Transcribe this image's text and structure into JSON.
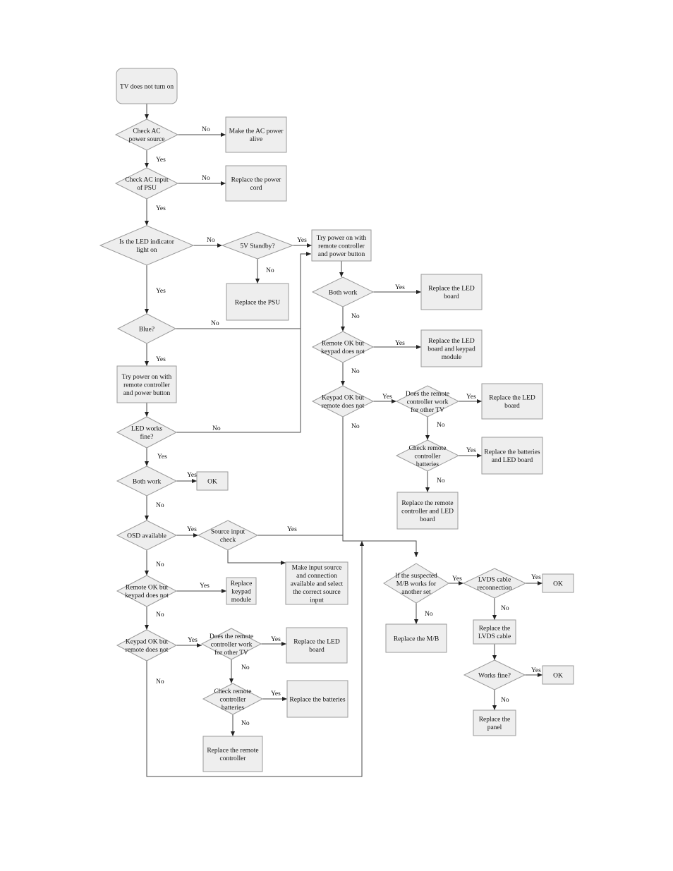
{
  "nodes": {
    "start": "TV does not turn on",
    "check_ac": "Check AC|power source",
    "make_ac": "Make the AC power|alive",
    "check_psu": "Check AC input|of PSU",
    "replace_cord": "Replace the power|cord",
    "led_on": "Is the LED indicator|light on",
    "standby": "5V Standby?",
    "replace_psu": "Replace the PSU",
    "try_r": "Try power on with|remote controller|and power button",
    "blue": "Blue?",
    "try_l": "Try power on with|remote controller|and power button",
    "led_fine": "LED works|fine?",
    "both_l": "Both work",
    "ok1": "OK",
    "osd": "OSD available",
    "source": "Source input|check",
    "make_input": "Make input source|and connection|available and select|the correct source|input",
    "rok_l": "Remote OK but|keypad does not",
    "rep_keypad": "Replace|keypad|module",
    "kok_l": "Keypad OK but|remote does not",
    "rc_work_l": "Does the remote|controller work|for other TV",
    "rep_led_l": "Replace the LED|board",
    "bat_l": "Check remote|controller|batteries",
    "rep_bat_l": "Replace the batteries",
    "rep_remote_l": "Replace the remote|controller",
    "both_r": "Both work",
    "rep_led_r1": "Replace the LED|board",
    "rok_r": "Remote OK but|keypad does not",
    "rep_led_kp": "Replace the LED|board and keypad|module",
    "kok_r": "Keypad OK but|remote does not",
    "rc_work_r": "Does the remote|controller work|for other TV",
    "rep_led_r2": "Replace the LED|board",
    "bat_r": "Check remote|controller|batteries",
    "rep_bat_led": "Replace the batteries|and LED board",
    "rep_remote_led": "Replace the remote|controller and LED|board",
    "mb": "If the suspected|M/B works for|another set",
    "rep_mb": "Replace the M/B",
    "lvds": "LVDS cable|reconnection",
    "ok2": "OK",
    "rep_lvds": "Replace the|LVDS cable",
    "works_fine": "Works fine?",
    "ok3": "OK",
    "rep_panel": "Replace the|panel"
  },
  "labels": {
    "yes": "Yes",
    "no": "No"
  }
}
